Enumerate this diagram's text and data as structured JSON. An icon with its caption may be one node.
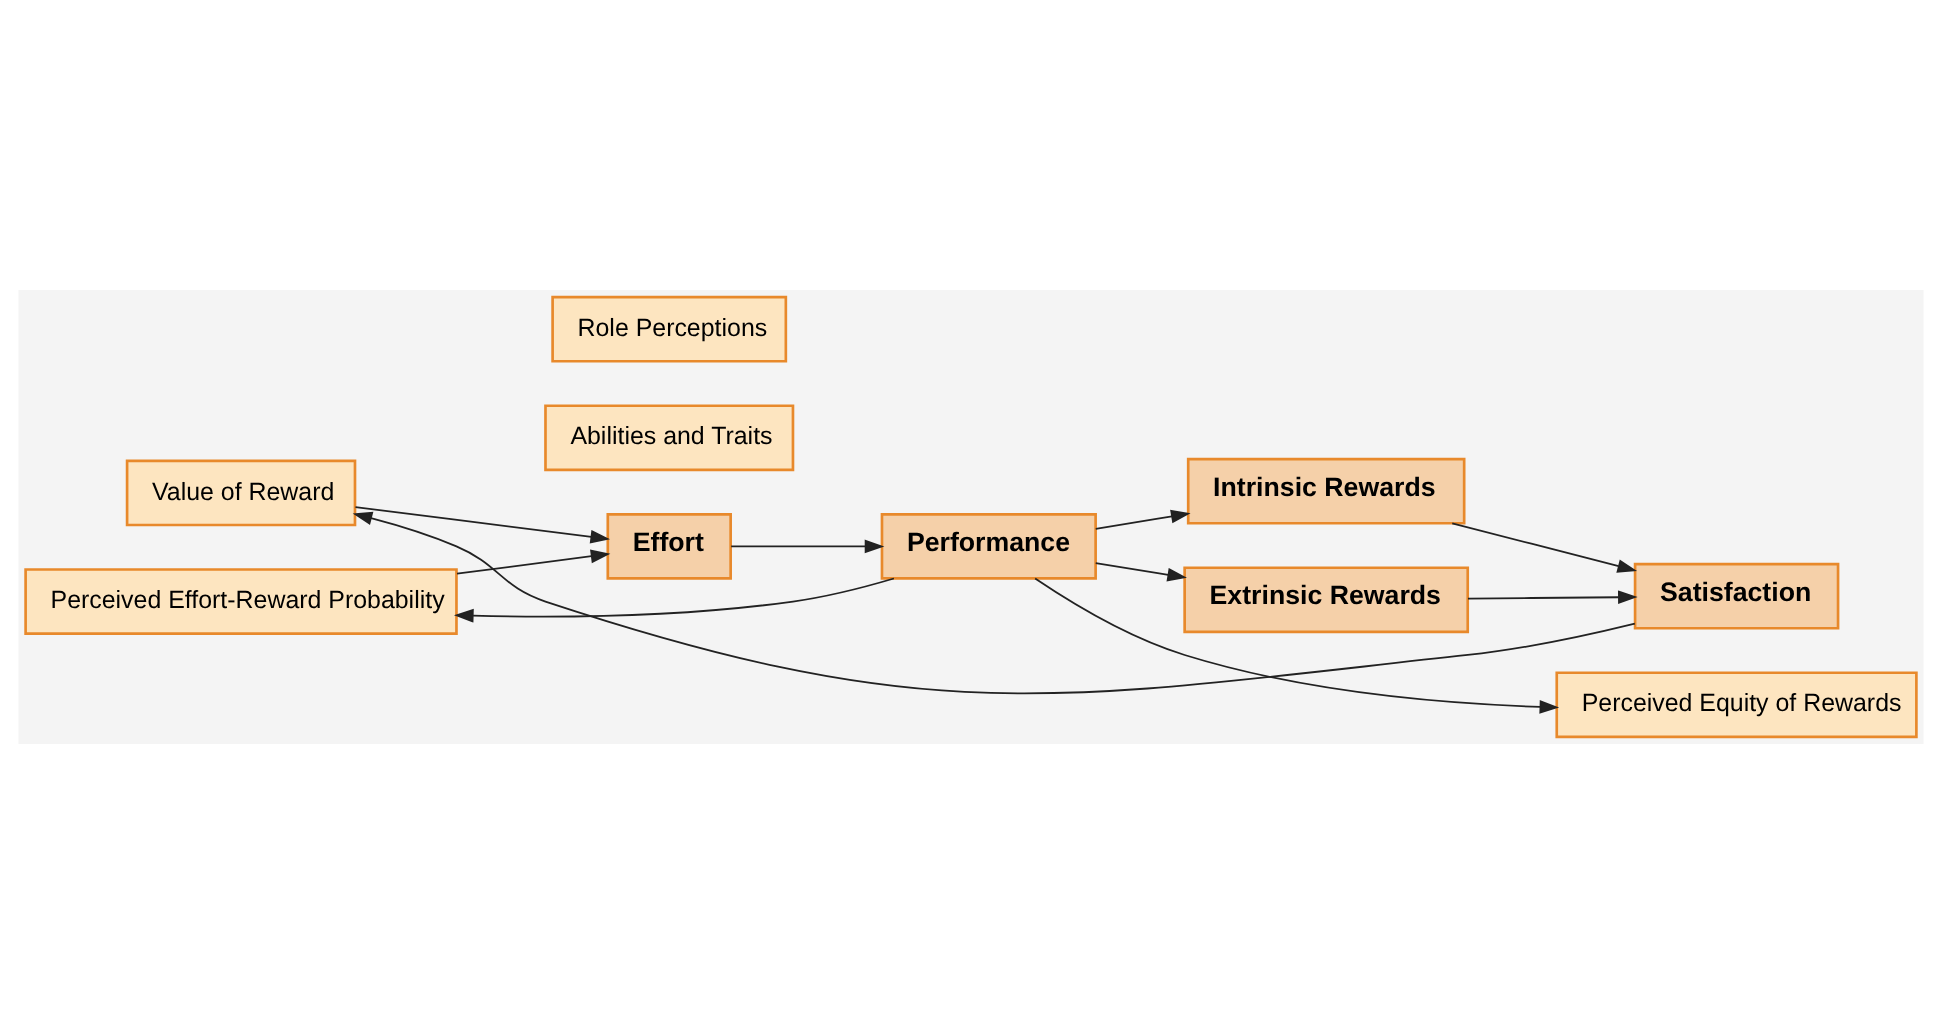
{
  "diagram": {
    "nodes": [
      {
        "text": [
          "Value of Reward"
        ]
      },
      {
        "text": [
          "Abilities and Traits"
        ]
      },
      {
        "text": [
          "Effort"
        ]
      },
      {
        "text": [
          "Role Perceptions"
        ]
      },
      {
        "text": [
          "Perceived Effort-Reward Probability"
        ]
      },
      {
        "text": [
          "Performance"
        ]
      },
      {
        "text": [
          "Intrinsic Rewards"
        ]
      },
      {
        "text": [
          "Extrinsic Rewards"
        ]
      },
      {
        "text": [
          "Perceived Equity of Rewards"
        ]
      },
      {
        "text": [
          "Satisfaction"
        ]
      }
    ],
    "edges": [
      {
        "from": 0,
        "to": 2,
        "arrow": "to"
      },
      {
        "from": 4,
        "to": 2,
        "arrow": "to"
      },
      {
        "from": 2,
        "to": 5,
        "arrow": "to"
      },
      {
        "from": 5,
        "to": 6,
        "arrow": "to"
      },
      {
        "from": 5,
        "to": 7,
        "arrow": "to"
      },
      {
        "from": 6,
        "to": 9,
        "arrow": "to"
      },
      {
        "from": 7,
        "to": 9,
        "arrow": "to"
      },
      {
        "from": 5,
        "to": 8,
        "arrow": "to"
      },
      {
        "from": 5,
        "to": 4,
        "arrow": "to"
      },
      {
        "from": 9,
        "to": 0,
        "arrow": "to"
      }
    ]
  }
}
